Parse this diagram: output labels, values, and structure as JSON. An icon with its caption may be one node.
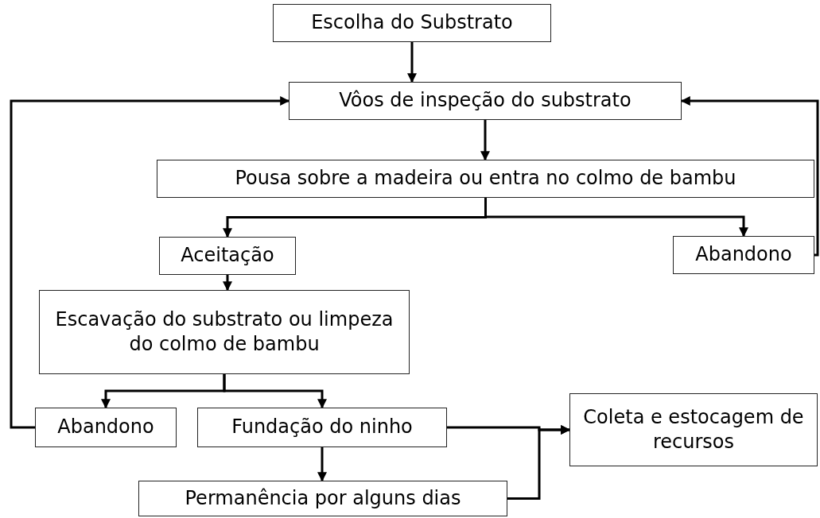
{
  "diagram": {
    "nodes": [
      {
        "text": [
          "Escolha do Substrato"
        ]
      },
      {
        "text": [
          "Vôos de inspeção do substrato"
        ]
      },
      {
        "text": [
          "Pousa sobre a madeira ou entra no colmo de bambu"
        ]
      },
      {
        "text": [
          "Aceitação"
        ]
      },
      {
        "text": [
          "Abandono"
        ]
      },
      {
        "text": [
          "Escavação do substrato ou limpeza do colmo de bambu"
        ]
      },
      {
        "text": [
          "Abandono"
        ]
      },
      {
        "text": [
          "Fundação do ninho"
        ]
      },
      {
        "text": [
          "Coleta e estocagem de recursos"
        ]
      },
      {
        "text": [
          "Permanência por alguns dias"
        ]
      }
    ],
    "edges": [
      {
        "from": 0,
        "to": 1,
        "arrow": "to"
      },
      {
        "from": 1,
        "to": 2,
        "arrow": "to"
      },
      {
        "from": 2,
        "to": 3,
        "arrow": "to"
      },
      {
        "from": 2,
        "to": 4,
        "arrow": "to"
      },
      {
        "from": 4,
        "to": 1,
        "arrow": "to"
      },
      {
        "from": 3,
        "to": 5,
        "arrow": "to"
      },
      {
        "from": 5,
        "to": 6,
        "arrow": "to"
      },
      {
        "from": 5,
        "to": 7,
        "arrow": "to"
      },
      {
        "from": 6,
        "to": 1,
        "arrow": "to"
      },
      {
        "from": 7,
        "to": 9,
        "arrow": "to"
      },
      {
        "from": 7,
        "to": 8,
        "arrow": "to"
      },
      {
        "from": 9,
        "to": 8,
        "arrow": "to"
      }
    ]
  }
}
